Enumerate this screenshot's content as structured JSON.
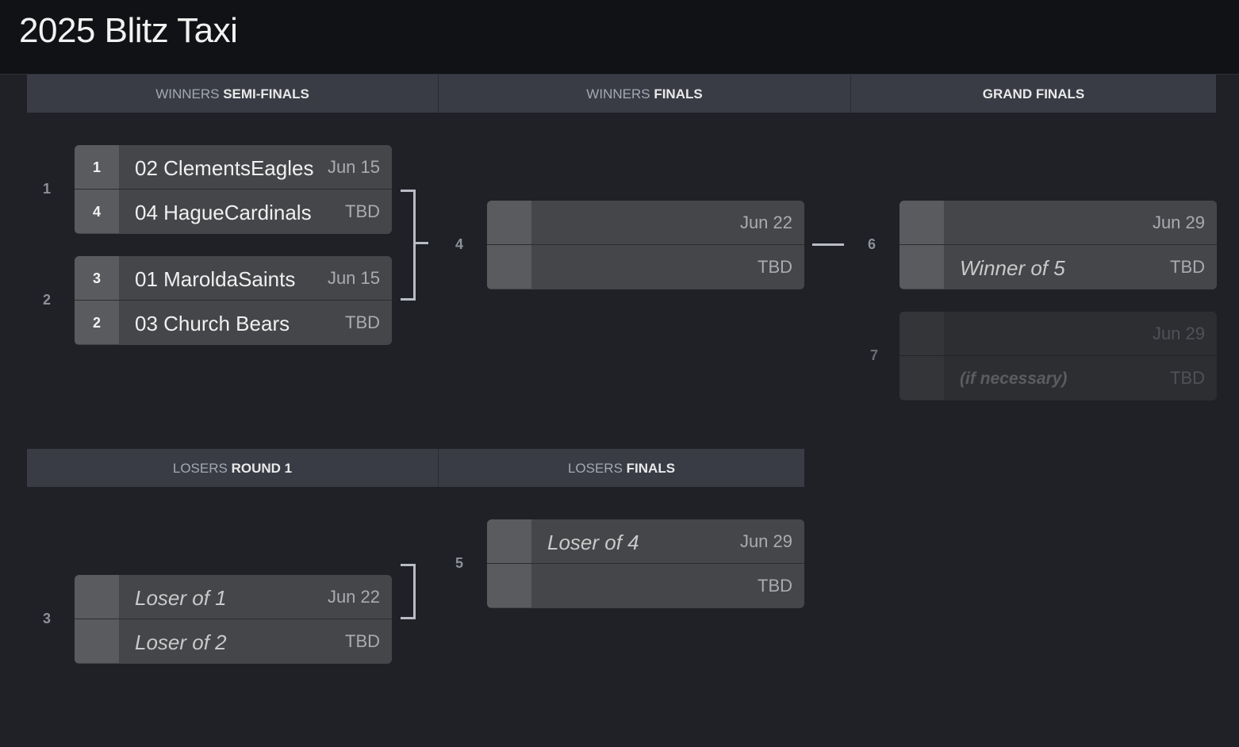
{
  "app_title": "2025 Blitz Taxi",
  "headers": {
    "winners_semis": {
      "dim": "WINNERS",
      "bold": "SEMI-FINALS"
    },
    "winners_finals": {
      "dim": "WINNERS",
      "bold": "FINALS"
    },
    "grand_finals": {
      "dim": "",
      "bold": "GRAND FINALS"
    },
    "losers_r1": {
      "dim": "LOSERS",
      "bold": "ROUND 1"
    },
    "losers_finals": {
      "dim": "LOSERS",
      "bold": "FINALS"
    }
  },
  "matches": {
    "m1": {
      "num": "1",
      "top": {
        "seed": "1",
        "team": "02 ClementsEagles",
        "date": "Jun 15"
      },
      "bottom": {
        "seed": "4",
        "team": "04 HagueCardinals",
        "date": "TBD"
      }
    },
    "m2": {
      "num": "2",
      "top": {
        "seed": "3",
        "team": "01 MaroldaSaints",
        "date": "Jun 15"
      },
      "bottom": {
        "seed": "2",
        "team": "03 Church Bears",
        "date": "TBD"
      }
    },
    "m4": {
      "num": "4",
      "top": {
        "seed": "",
        "team": "",
        "date": "Jun 22"
      },
      "bottom": {
        "seed": "",
        "team": "",
        "date": "TBD"
      }
    },
    "m6": {
      "num": "6",
      "top": {
        "seed": "",
        "team": "",
        "date": "Jun 29"
      },
      "bottom": {
        "seed": "",
        "team": "Winner of 5",
        "date": "TBD"
      }
    },
    "m7": {
      "num": "7",
      "top": {
        "seed": "",
        "team": "",
        "date": "Jun 29"
      },
      "bottom": {
        "seed": "",
        "team": "(if necessary)",
        "date": "TBD"
      }
    },
    "m3": {
      "num": "3",
      "top": {
        "seed": "",
        "team": "Loser of 1",
        "date": "Jun 22"
      },
      "bottom": {
        "seed": "",
        "team": "Loser of 2",
        "date": "TBD"
      }
    },
    "m5": {
      "num": "5",
      "top": {
        "seed": "",
        "team": "Loser of 4",
        "date": "Jun 29"
      },
      "bottom": {
        "seed": "",
        "team": "",
        "date": "TBD"
      }
    }
  }
}
